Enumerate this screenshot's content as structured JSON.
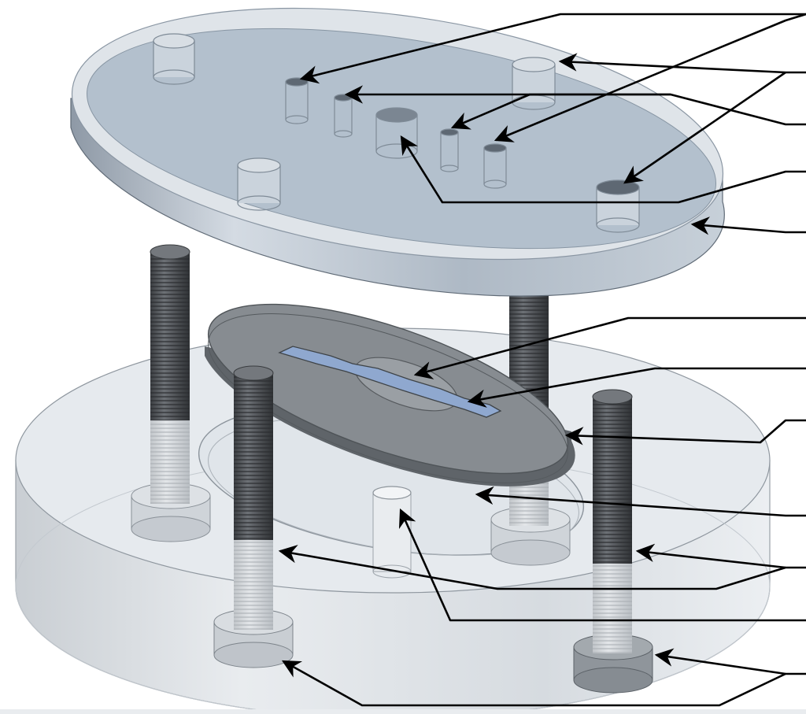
{
  "figure": {
    "kind": "exploded-assembly-drawing",
    "colors": {
      "background": "#ffffff",
      "clear_body": "#dfe4e9",
      "top_plate_face": "#b7c4d1",
      "top_plate_edge": "#aab6c4",
      "gasket": "#7e8489",
      "channel": "#8fa7cf",
      "screw_thread": "#55585c",
      "leader": "#000000"
    },
    "icons": [
      "top-plate",
      "bottom-block",
      "gasket-membrane",
      "bolt",
      "leader-arrow"
    ]
  }
}
